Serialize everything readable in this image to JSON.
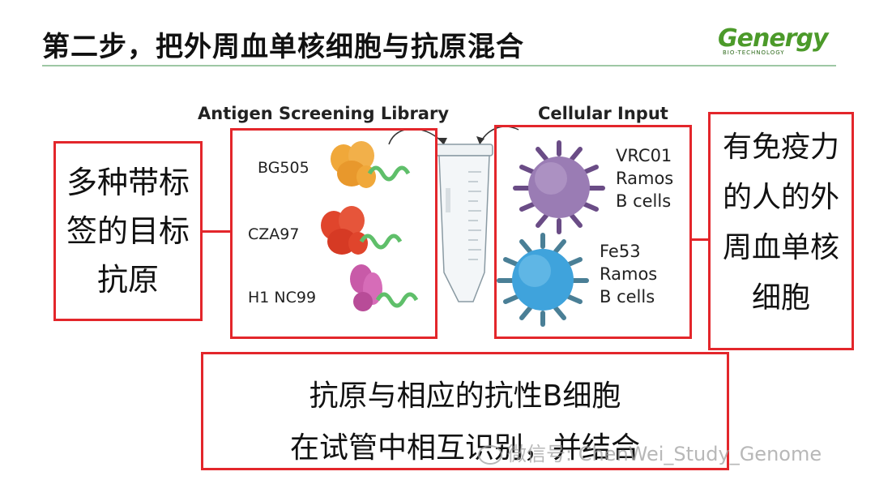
{
  "slide": {
    "title": "第二步，把外周血单核细胞与抗原混合"
  },
  "logo": {
    "word": "Genergy",
    "sub": "BIO-TECHNOLOGY",
    "color": "#4c9a2a"
  },
  "left_callout": {
    "lines": [
      "多种带标",
      "签的目标",
      "抗原"
    ]
  },
  "right_callout": {
    "lines": [
      "有免疫力",
      "的人的外",
      "周血单核",
      "细胞"
    ]
  },
  "bottom_callout": {
    "lines": [
      "抗原与相应的抗性B细胞",
      "在试管中相互识别，并结合"
    ]
  },
  "figure": {
    "library_heading": "Antigen Screening Library",
    "cellular_heading": "Cellular Input",
    "antigens": [
      {
        "label": "BG505",
        "color": "#f0a83a"
      },
      {
        "label": "CZA97",
        "color": "#e0452c"
      },
      {
        "label": "H1 NC99",
        "color": "#c85aa8"
      }
    ],
    "cells": [
      {
        "lines": [
          "VRC01",
          "Ramos",
          "B cells"
        ],
        "color": "#9a7cb4",
        "receptor_color": "#6a4c86"
      },
      {
        "lines": [
          "Fe53",
          "Ramos",
          "B cells"
        ],
        "color": "#3fa3dc",
        "receptor_color": "#4a7f96"
      }
    ]
  },
  "watermark": {
    "text": "微信号: ChenWei_Study_Genome"
  },
  "colors": {
    "callout_border": "#e3262b",
    "rule": "#9ec7a4"
  }
}
